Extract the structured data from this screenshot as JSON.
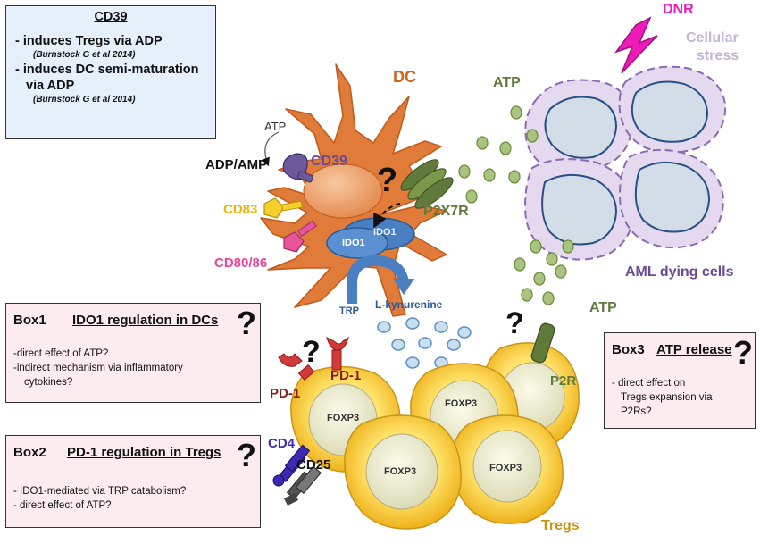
{
  "cd39_box": {
    "title": "CD39",
    "line1": "- induces Tregs via ADP",
    "ref1": "(Burnstock G et al 2014)",
    "line2a": "- induces DC semi-maturation",
    "line2b": "via ADP",
    "ref2": "(Burnstock G et al 2014)"
  },
  "box1": {
    "name": "Box1",
    "title": "IDO1 regulation in DCs",
    "mark": "?",
    "line1": "-direct effect of ATP?",
    "line2a": "-indirect  mechanism via inflammatory",
    "line2b": "cytokines?"
  },
  "box2": {
    "name": "Box2",
    "title": "PD-1 regulation in Tregs",
    "mark": "?",
    "line1": "- IDO1-mediated via TRP catabolism?",
    "line2": "- direct effect of ATP?"
  },
  "box3": {
    "name": "Box3",
    "title": "ATP release",
    "mark": "?",
    "line1": "- direct effect on",
    "line2": "Tregs expansion via",
    "line3": "P2Rs?"
  },
  "labels": {
    "dc": "DC",
    "atp_dc": "ATP",
    "adp_amp": "ADP/AMP",
    "cd39": "CD39",
    "cd83": "CD83",
    "cd80_86": "CD80/86",
    "p2x7r": "P2X7R",
    "ido1_back": "IDO1",
    "ido1_front": "IDO1",
    "trp": "TRP",
    "l_kynurenine": "L-kynurenine",
    "atp_top": "ATP",
    "atp_bottom": "ATP",
    "dnr": "DNR",
    "cellular_stress_1": "Cellular",
    "cellular_stress_2": "stress",
    "aml_dying_cells": "AML dying cells",
    "pd1_left": "PD-1",
    "pd1_right": "PD-1",
    "cd4": "CD4",
    "cd25": "CD25",
    "p2r": "P2R",
    "foxp3_1": "FOXP3",
    "foxp3_2": "FOXP3",
    "foxp3_3": "FOXP3",
    "foxp3_4": "FOXP3",
    "tregs": "Tregs",
    "q_dc": "?",
    "q_pd1": "?",
    "q_p2r": "?"
  },
  "colors": {
    "dc_orange": "#e07b39",
    "treg_yellow": "#f5c23a",
    "aml_lavender": "#e4d9ee",
    "aml_border": "#8a6ab0",
    "atp_green": "#a9c47f",
    "receptor_green": "#5f7a3a",
    "ido_blue": "#4a7fc1",
    "pd1_red": "#d23a3a",
    "cd83_yellow": "#f5cf2a",
    "cd80_pink": "#e8559a",
    "cd39_purple": "#6a5a9a",
    "cd4_purple": "#3a2ab0",
    "dnr_magenta": "#f01ab8",
    "box_pink": "#fcecef",
    "box_blue": "#e6f0fa"
  }
}
